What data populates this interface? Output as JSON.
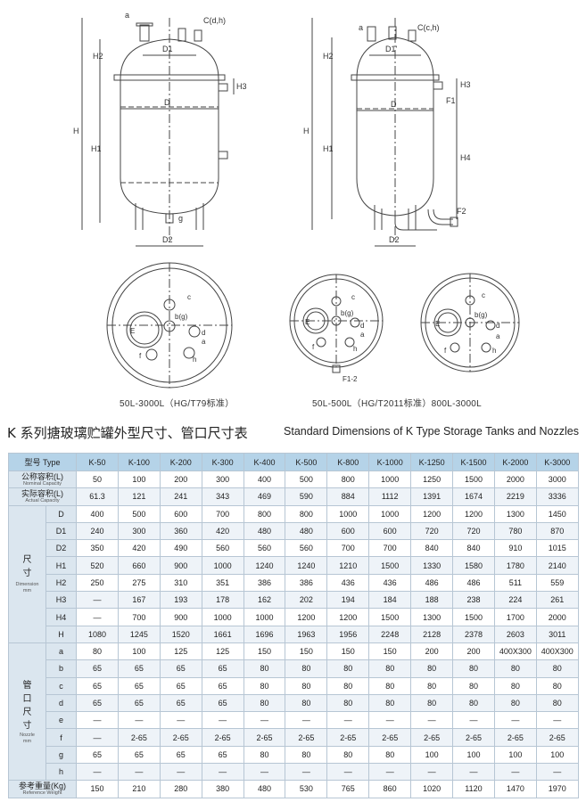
{
  "drawings": {
    "left_labels": [
      "a",
      "C(d,h)",
      "H2",
      "D1",
      "H3",
      "D",
      "H",
      "H1",
      "g",
      "D2"
    ],
    "right_labels": [
      "a",
      "C(c,h)",
      "H2",
      "D1'",
      "H3",
      "F1",
      "D",
      "H",
      "H1",
      "H4",
      "F2",
      "D2"
    ],
    "plan_labels": [
      "b(g)",
      "c",
      "d",
      "a",
      "E",
      "f",
      "h"
    ],
    "plan2_extra": "F1-2",
    "caption_left": "50L-3000L（HG/T79标准）",
    "caption_right": "50L-500L（HG/T2011标准）800L-3000L"
  },
  "title_cn": "K 系列搪玻璃贮罐外型尺寸、管口尺寸表",
  "title_en": "Standard Dimensions of K Type Storage Tanks and Nozzles",
  "table": {
    "header_label": "型号 Type",
    "models": [
      "K-50",
      "K-100",
      "K-200",
      "K-300",
      "K-400",
      "K-500",
      "K-800",
      "K-1000",
      "K-1250",
      "K-1500",
      "K-2000",
      "K-3000"
    ],
    "nominal": {
      "cn": "公称容积(L)",
      "en": "Nominal Capacity",
      "values": [
        "50",
        "100",
        "200",
        "300",
        "400",
        "500",
        "800",
        "1000",
        "1250",
        "1500",
        "2000",
        "3000"
      ]
    },
    "actual": {
      "cn": "实际容积(L)",
      "en": "Actual Capacity",
      "values": [
        "61.3",
        "121",
        "241",
        "343",
        "469",
        "590",
        "884",
        "1112",
        "1391",
        "1674",
        "2219",
        "3336"
      ]
    },
    "dim_group": {
      "cn1": "尺",
      "cn2": "寸",
      "en": "Dimension",
      "unit": "mm"
    },
    "dims": [
      {
        "label": "D",
        "values": [
          "400",
          "500",
          "600",
          "700",
          "800",
          "800",
          "1000",
          "1000",
          "1200",
          "1200",
          "1300",
          "1450"
        ]
      },
      {
        "label": "D1",
        "values": [
          "240",
          "300",
          "360",
          "420",
          "480",
          "480",
          "600",
          "600",
          "720",
          "720",
          "780",
          "870"
        ]
      },
      {
        "label": "D2",
        "values": [
          "350",
          "420",
          "490",
          "560",
          "560",
          "560",
          "700",
          "700",
          "840",
          "840",
          "910",
          "1015"
        ]
      },
      {
        "label": "H1",
        "values": [
          "520",
          "660",
          "900",
          "1000",
          "1240",
          "1240",
          "1210",
          "1500",
          "1330",
          "1580",
          "1780",
          "2140"
        ]
      },
      {
        "label": "H2",
        "values": [
          "250",
          "275",
          "310",
          "351",
          "386",
          "386",
          "436",
          "436",
          "486",
          "486",
          "511",
          "559"
        ]
      },
      {
        "label": "H3",
        "values": [
          "—",
          "167",
          "193",
          "178",
          "162",
          "202",
          "194",
          "184",
          "188",
          "238",
          "224",
          "261"
        ]
      },
      {
        "label": "H4",
        "values": [
          "—",
          "700",
          "900",
          "1000",
          "1000",
          "1200",
          "1200",
          "1500",
          "1300",
          "1500",
          "1700",
          "2000"
        ]
      },
      {
        "label": "H",
        "values": [
          "1080",
          "1245",
          "1520",
          "1661",
          "1696",
          "1963",
          "1956",
          "2248",
          "2128",
          "2378",
          "2603",
          "3011"
        ]
      }
    ],
    "noz_group": {
      "cn1": "管",
      "cn2": "口",
      "cn3": "尺",
      "cn4": "寸",
      "en": "Nozzle",
      "unit": "mm"
    },
    "nozzles": [
      {
        "label": "a",
        "values": [
          "80",
          "100",
          "125",
          "125",
          "150",
          "150",
          "150",
          "150",
          "200",
          "200",
          "400X300",
          "400X300"
        ]
      },
      {
        "label": "b",
        "values": [
          "65",
          "65",
          "65",
          "65",
          "80",
          "80",
          "80",
          "80",
          "80",
          "80",
          "80",
          "80"
        ]
      },
      {
        "label": "c",
        "values": [
          "65",
          "65",
          "65",
          "65",
          "80",
          "80",
          "80",
          "80",
          "80",
          "80",
          "80",
          "80"
        ]
      },
      {
        "label": "d",
        "values": [
          "65",
          "65",
          "65",
          "65",
          "80",
          "80",
          "80",
          "80",
          "80",
          "80",
          "80",
          "80"
        ]
      },
      {
        "label": "e",
        "values": [
          "—",
          "—",
          "—",
          "—",
          "—",
          "—",
          "—",
          "—",
          "—",
          "—",
          "—",
          "—"
        ]
      },
      {
        "label": "f",
        "values": [
          "—",
          "2-65",
          "2-65",
          "2-65",
          "2-65",
          "2-65",
          "2-65",
          "2-65",
          "2-65",
          "2-65",
          "2-65",
          "2-65"
        ]
      },
      {
        "label": "g",
        "values": [
          "65",
          "65",
          "65",
          "65",
          "80",
          "80",
          "80",
          "80",
          "100",
          "100",
          "100",
          "100"
        ]
      },
      {
        "label": "h",
        "values": [
          "—",
          "—",
          "—",
          "—",
          "—",
          "—",
          "—",
          "—",
          "—",
          "—",
          "—",
          "—"
        ]
      }
    ],
    "weight": {
      "cn": "参考重量(Kg)",
      "en": "Reference Weight",
      "values": [
        "150",
        "210",
        "280",
        "380",
        "480",
        "530",
        "765",
        "860",
        "1020",
        "1120",
        "1470",
        "1970"
      ]
    }
  },
  "colors": {
    "header_bg": "#b5d3e8",
    "label_bg": "#dbe6ef",
    "border": "#b7c6d4",
    "line": "#444444"
  }
}
